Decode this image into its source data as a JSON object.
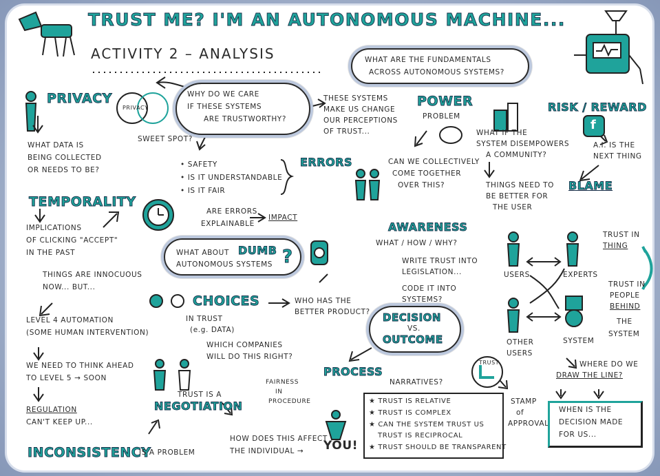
{
  "title": {
    "main": "TRUST ME? I'M AN AUTONOMOUS MACHINE...",
    "activity": "ACTIVITY 2 – ANALYSIS"
  },
  "clouds": {
    "fundamentals": [
      "WHAT ARE THE FUNDAMENTALS",
      "ACROSS AUTONOMOUS SYSTEMS?"
    ],
    "why_care": [
      "WHY DO WE CARE",
      "IF THESE SYSTEMS",
      "ARE TRUSTWORTHY?"
    ],
    "dumb": [
      "WHAT ABOUT",
      "DUMB",
      "AUTONOMOUS SYSTEMS",
      "?"
    ],
    "decision": [
      "DECISION",
      "VS.",
      "OUTCOME"
    ]
  },
  "privacy": {
    "heading": "PRIVACY",
    "venn_label": "PRIVACY",
    "sweet_spot": "SWEET SPOT?",
    "lines": [
      "WHAT DATA IS",
      "BEING COLLECTED",
      "OR NEEDS TO BE?"
    ]
  },
  "perceptions": [
    "THESE SYSTEMS",
    "MAKE US CHANGE",
    "OUR PERCEPTIONS",
    "OF TRUST..."
  ],
  "power": {
    "heading": "POWER",
    "sub": "PROBLEM",
    "disempower": [
      "WHAT IF THE",
      "SYSTEM DISEMPOWERS",
      "A COMMUNITY?"
    ],
    "collective": [
      "CAN WE COLLECTIVELY",
      "COME TOGETHER",
      "OVER THIS?"
    ],
    "better": [
      "THINGS NEED TO",
      "BE BETTER FOR",
      "THE USER"
    ]
  },
  "risk": {
    "heading": "RISK / REWARD",
    "fb_icon": "f",
    "ai": [
      "A.I. IS THE",
      "NEXT THING"
    ],
    "blame": "BLAME"
  },
  "values_list": [
    "• SAFETY",
    "• IS IT UNDERSTANDABLE",
    "• IS IT FAIR"
  ],
  "errors": {
    "heading": "ERRORS",
    "explainable": [
      "ARE ERRORS",
      "EXPLAINABLE"
    ],
    "impact": "IMPACT"
  },
  "temporality": {
    "heading": "TEMPORALITY",
    "lines": [
      "IMPLICATIONS",
      "OF CLICKING \"ACCEPT\"",
      "IN THE PAST"
    ],
    "innocuous": [
      "THINGS ARE INNOCUOUS",
      "NOW... BUT..."
    ]
  },
  "awareness": {
    "heading": "AWARENESS",
    "what": "WHAT / HOW / WHY?",
    "legislation": [
      "WRITE TRUST INTO",
      "LEGISLATION..."
    ],
    "code": [
      "CODE IT INTO",
      "SYSTEMS?"
    ]
  },
  "trust_graph": {
    "users": "USERS",
    "experts": "EXPERTS",
    "other_users": [
      "OTHER",
      "USERS"
    ],
    "system": "SYSTEM",
    "trust_thing": [
      "TRUST IN",
      "THING"
    ],
    "trust_people": [
      "TRUST IN",
      "PEOPLE",
      "BEHIND",
      "THE",
      "SYSTEM"
    ]
  },
  "automation": [
    "LEVEL 4 AUTOMATION",
    "(SOME HUMAN INTERVENTION)"
  ],
  "think_ahead": [
    "WE NEED TO THINK AHEAD",
    "TO LEVEL 5 → SOON"
  ],
  "regulation": [
    "REGULATION",
    "CAN'T KEEP UP..."
  ],
  "choices": {
    "heading": "CHOICES",
    "who": [
      "WHO HAS THE",
      "BETTER PRODUCT?"
    ],
    "in_trust": [
      "IN TRUST",
      "(e.g. DATA)"
    ],
    "which": [
      "WHICH COMPANIES",
      "WILL DO THIS RIGHT?"
    ]
  },
  "process": {
    "heading": "PROCESS",
    "fairness": [
      "FAIRNESS",
      "IN",
      "PROCEDURE"
    ],
    "narratives": "NARRATIVES?"
  },
  "negotiation": {
    "pre": "TRUST IS A",
    "heading": "NEGOTIATION",
    "affect": [
      "HOW DOES THIS AFFECT",
      "THE INDIVIDUAL →"
    ],
    "you": "YOU!"
  },
  "stars": [
    "★ TRUST IS RELATIVE",
    "★ TRUST IS COMPLEX",
    "★ CAN THE SYSTEM TRUST US",
    "TRUST IS RECIPROCAL",
    "★ TRUST SHOULD BE TRANSPARENT"
  ],
  "stamp": {
    "label": "TRUST",
    "lines": [
      "STAMP",
      "of",
      "APPROVAL"
    ]
  },
  "line": {
    "draw": [
      "WHERE DO WE",
      "DRAW THE LINE?"
    ],
    "decision_box": [
      "WHEN IS THE",
      "DECISION MADE",
      "FOR US..."
    ]
  },
  "inconsistency": {
    "heading": "INCONSISTENCY",
    "tail": "IS A PROBLEM"
  },
  "colors": {
    "teal": "#1fa39b",
    "ink": "#2a2a2a",
    "cloud_shadow": "#bcc8dd",
    "paper": "#9cabc6"
  }
}
